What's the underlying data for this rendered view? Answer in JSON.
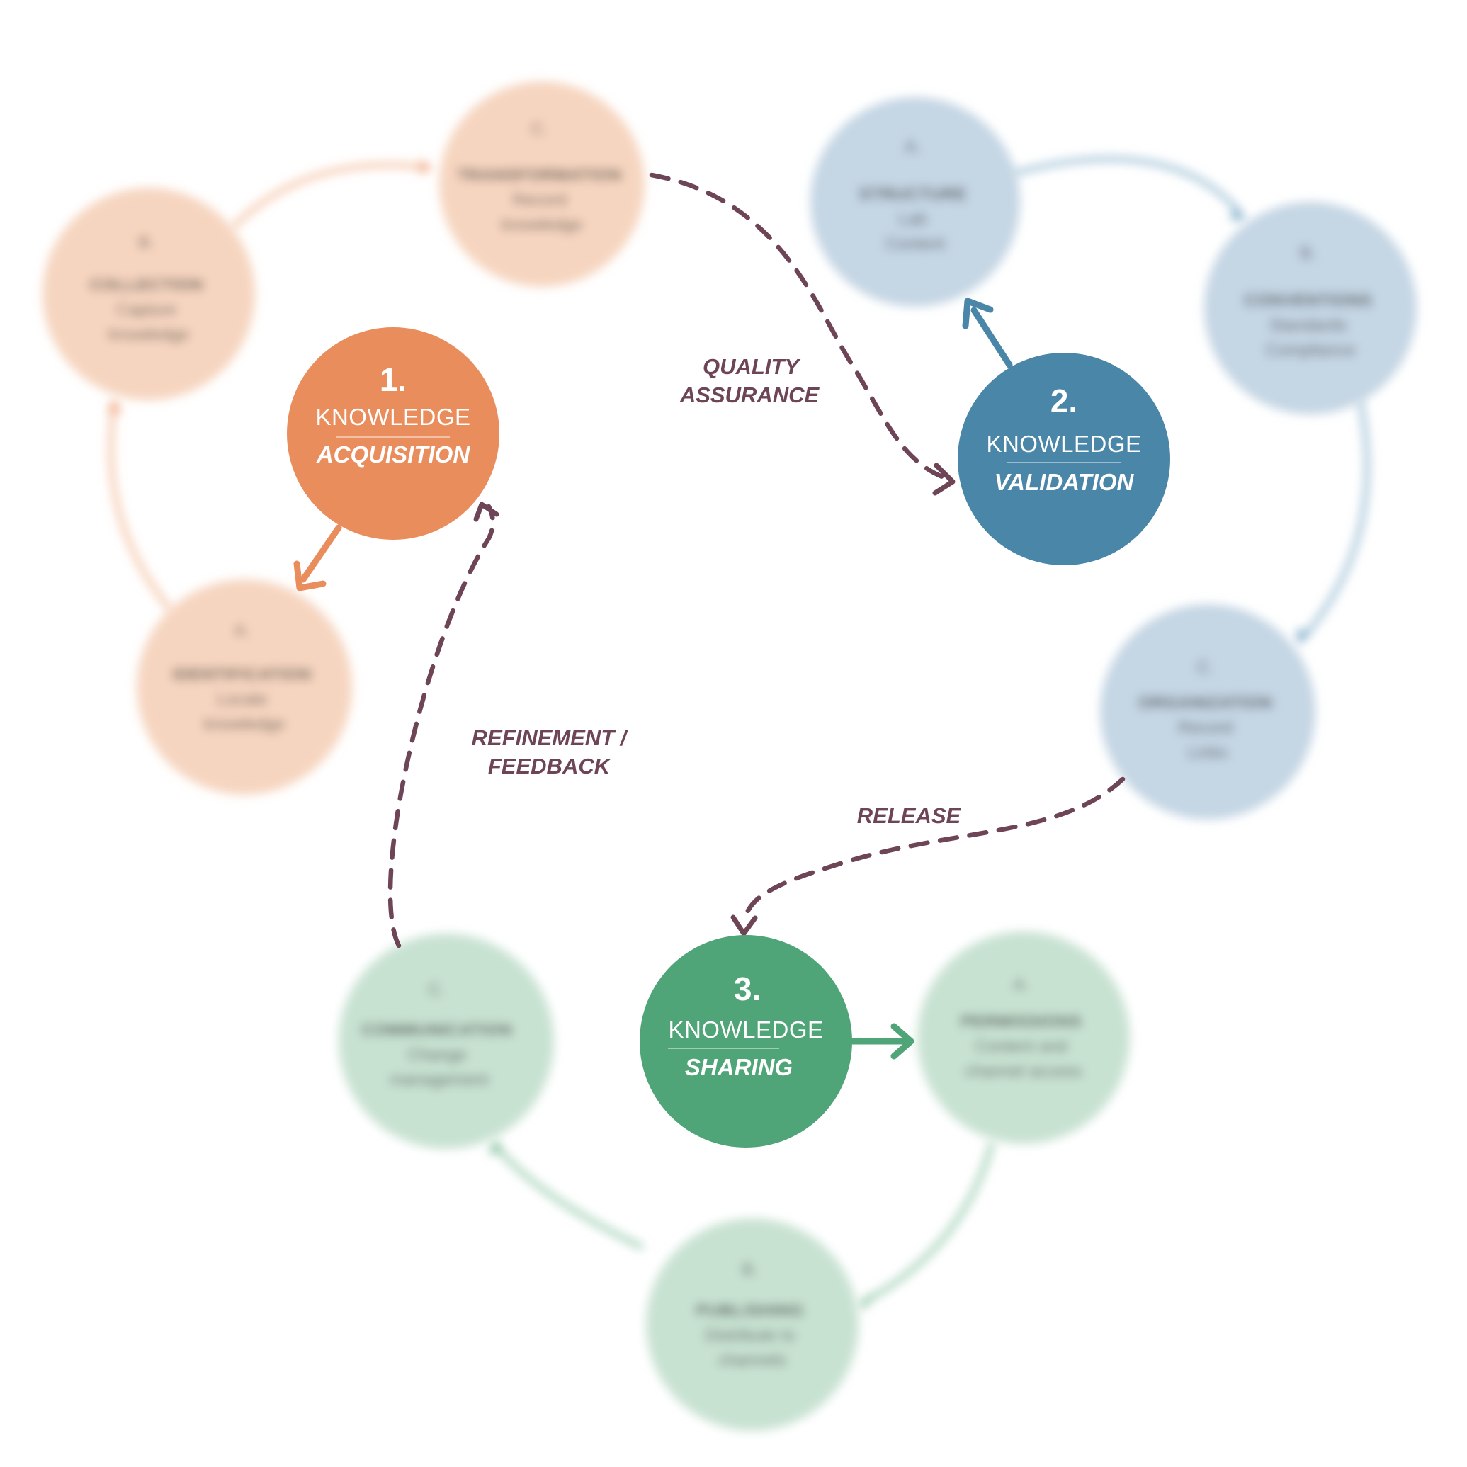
{
  "colors": {
    "acquisition": "#E98D5C",
    "acquisition_soft": "#F6D5C0",
    "validation": "#4A86A8",
    "validation_soft": "#C5D6E4",
    "sharing": "#4FA478",
    "sharing_soft": "#C8E2D2",
    "connector": "#6E4457"
  },
  "stages": {
    "acquisition": {
      "number": "1.",
      "word": "KNOWLEDGE",
      "name": "ACQUISITION"
    },
    "validation": {
      "number": "2.",
      "word": "KNOWLEDGE",
      "name": "VALIDATION"
    },
    "sharing": {
      "number": "3.",
      "word": "KNOWLEDGE",
      "name": "SHARING"
    }
  },
  "connectors": {
    "quality_assurance": {
      "line1": "QUALITY",
      "line2": "ASSURANCE"
    },
    "release": {
      "line1": "RELEASE"
    },
    "refinement": {
      "line1": "REFINEMENT /",
      "line2": "FEEDBACK"
    }
  },
  "satellites": {
    "transformation": {
      "letter": "C.",
      "title": "TRANSFORMATION",
      "line1": "Record",
      "line2": "knowledge"
    },
    "collection": {
      "letter": "B.",
      "title": "COLLECTION",
      "line1": "Capture",
      "line2": "knowledge"
    },
    "identification": {
      "letter": "A.",
      "title": "IDENTIFICATION",
      "line1": "Locate",
      "line2": "knowledge"
    },
    "structure": {
      "letter": "A.",
      "title": "STRUCTURE",
      "line1": "Lab",
      "line2": "Content"
    },
    "conventions": {
      "letter": "B.",
      "title": "CONVENTIONS",
      "line1": "Standards",
      "line2": "Compliance"
    },
    "organization": {
      "letter": "C.",
      "title": "ORGANIZATION",
      "line1": "Record",
      "line2": "Links"
    },
    "permissions": {
      "letter": "A.",
      "title": "PERMISSIONS",
      "line1": "Content and",
      "line2": "channel access"
    },
    "publishing": {
      "letter": "B.",
      "title": "PUBLISHING",
      "line1": "Distribute to",
      "line2": "channels"
    },
    "communication": {
      "letter": "C.",
      "title": "COMMUNICATION",
      "line1": "Change",
      "line2": "management"
    }
  }
}
